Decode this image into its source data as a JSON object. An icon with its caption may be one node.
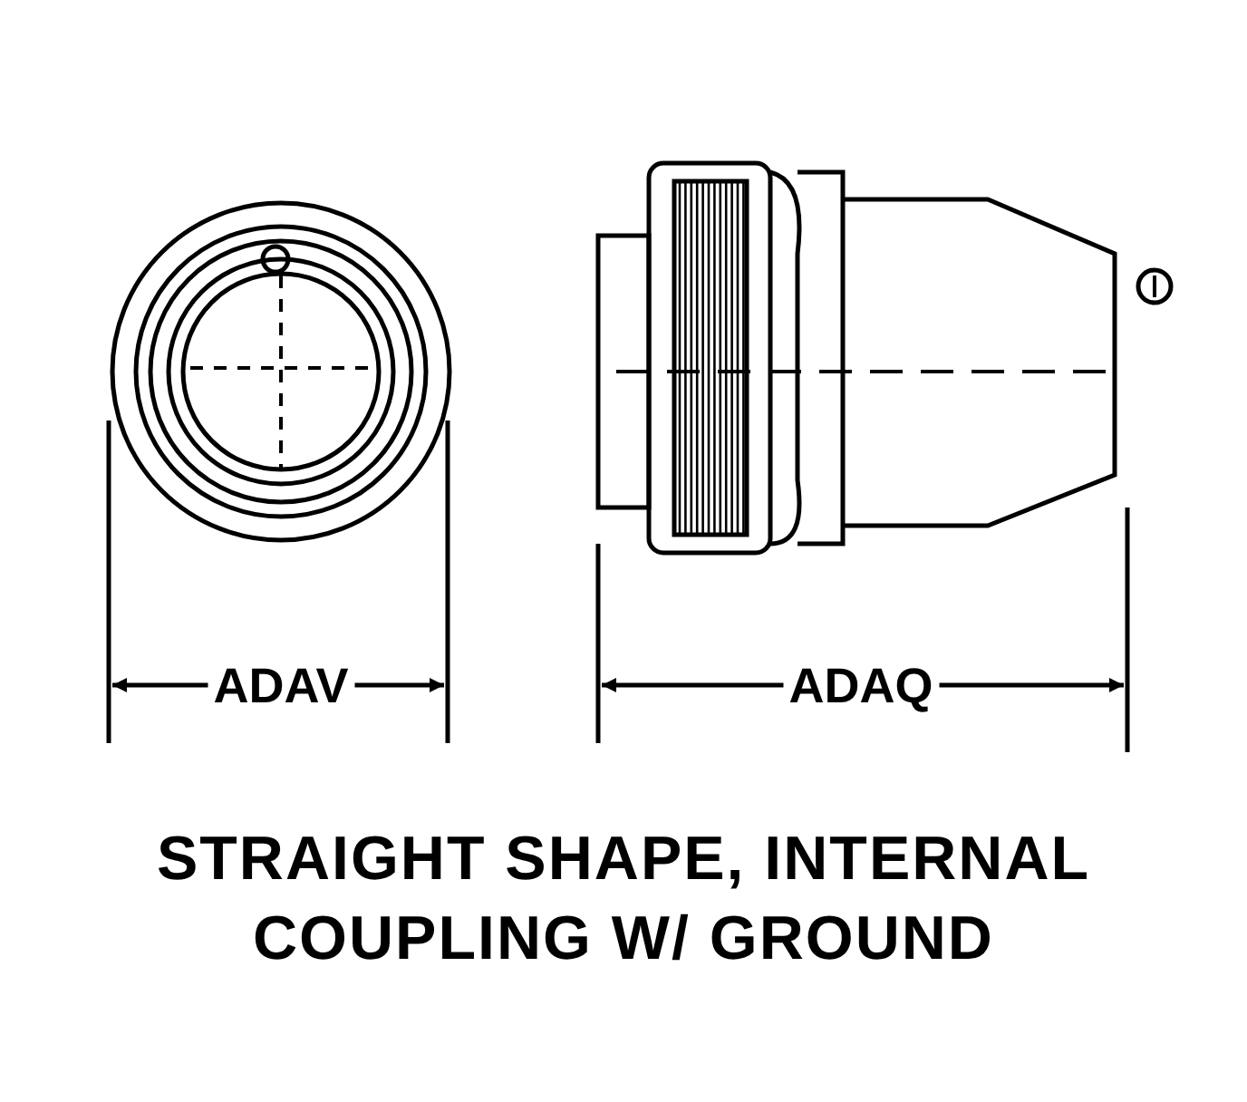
{
  "diagram": {
    "caption": "STRAIGHT SHAPE, INTERNAL COUPLING W/ GROUND",
    "labels": [
      "ADAV",
      "ADAQ"
    ]
  }
}
